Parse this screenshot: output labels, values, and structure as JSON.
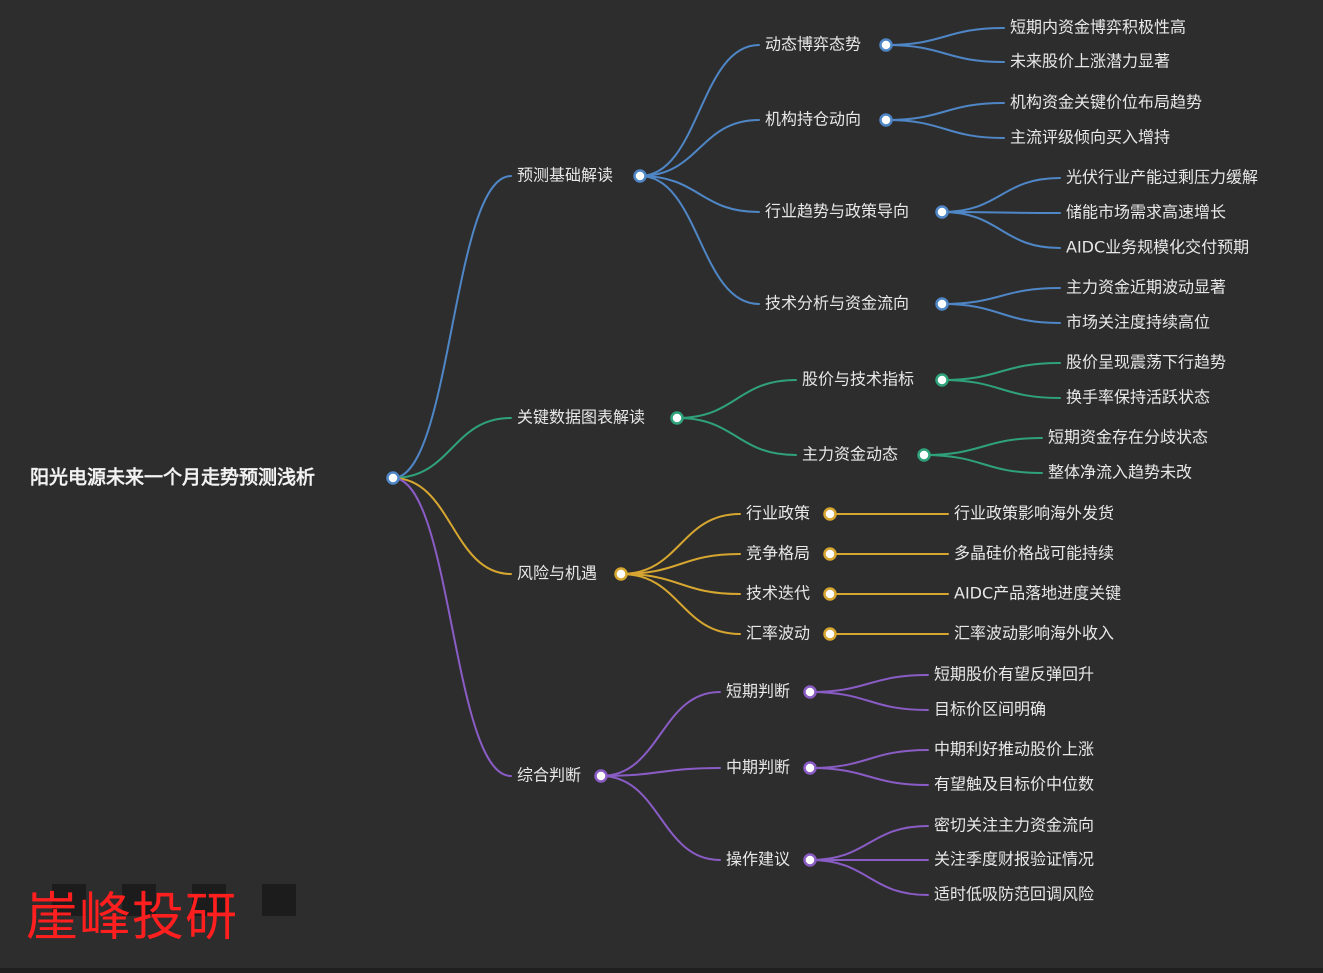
{
  "colors": {
    "background": "#2d2d2d",
    "branch_blue": "#4f86c6",
    "branch_green": "#2fa27a",
    "branch_gold": "#d6a630",
    "branch_purple": "#8a5cc6",
    "watermark": "#ff1f1f"
  },
  "mindmap": {
    "root": "阳光电源未来一个月走势预测浅析",
    "branches": [
      {
        "label": "预测基础解读",
        "color_key": "branch_blue",
        "children": [
          {
            "label": "动态博弈态势",
            "children": [
              "短期内资金博弈积极性高",
              "未来股价上涨潜力显著"
            ]
          },
          {
            "label": "机构持仓动向",
            "children": [
              "机构资金关键价位布局趋势",
              "主流评级倾向买入增持"
            ]
          },
          {
            "label": "行业趋势与政策导向",
            "children": [
              "光伏行业产能过剩压力缓解",
              "储能市场需求高速增长",
              "AIDC业务规模化交付预期"
            ]
          },
          {
            "label": "技术分析与资金流向",
            "children": [
              "主力资金近期波动显著",
              "市场关注度持续高位"
            ]
          }
        ]
      },
      {
        "label": "关键数据图表解读",
        "color_key": "branch_green",
        "children": [
          {
            "label": "股价与技术指标",
            "children": [
              "股价呈现震荡下行趋势",
              "换手率保持活跃状态"
            ]
          },
          {
            "label": "主力资金动态",
            "children": [
              "短期资金存在分歧状态",
              "整体净流入趋势未改"
            ]
          }
        ]
      },
      {
        "label": "风险与机遇",
        "color_key": "branch_gold",
        "children": [
          {
            "label": "行业政策",
            "children": [
              "行业政策影响海外发货"
            ]
          },
          {
            "label": "竞争格局",
            "children": [
              "多晶硅价格战可能持续"
            ]
          },
          {
            "label": "技术迭代",
            "children": [
              "AIDC产品落地进度关键"
            ]
          },
          {
            "label": "汇率波动",
            "children": [
              "汇率波动影响海外收入"
            ]
          }
        ]
      },
      {
        "label": "综合判断",
        "color_key": "branch_purple",
        "children": [
          {
            "label": "短期判断",
            "children": [
              "短期股价有望反弹回升",
              "目标价区间明确"
            ]
          },
          {
            "label": "中期判断",
            "children": [
              "中期利好推动股价上涨",
              "有望触及目标价中位数"
            ]
          },
          {
            "label": "操作建议",
            "children": [
              "密切关注主力资金流向",
              "关注季度财报验证情况",
              "适时低吸防范回调风险"
            ]
          }
        ]
      }
    ]
  },
  "watermark": {
    "text": "崖峰投研"
  }
}
